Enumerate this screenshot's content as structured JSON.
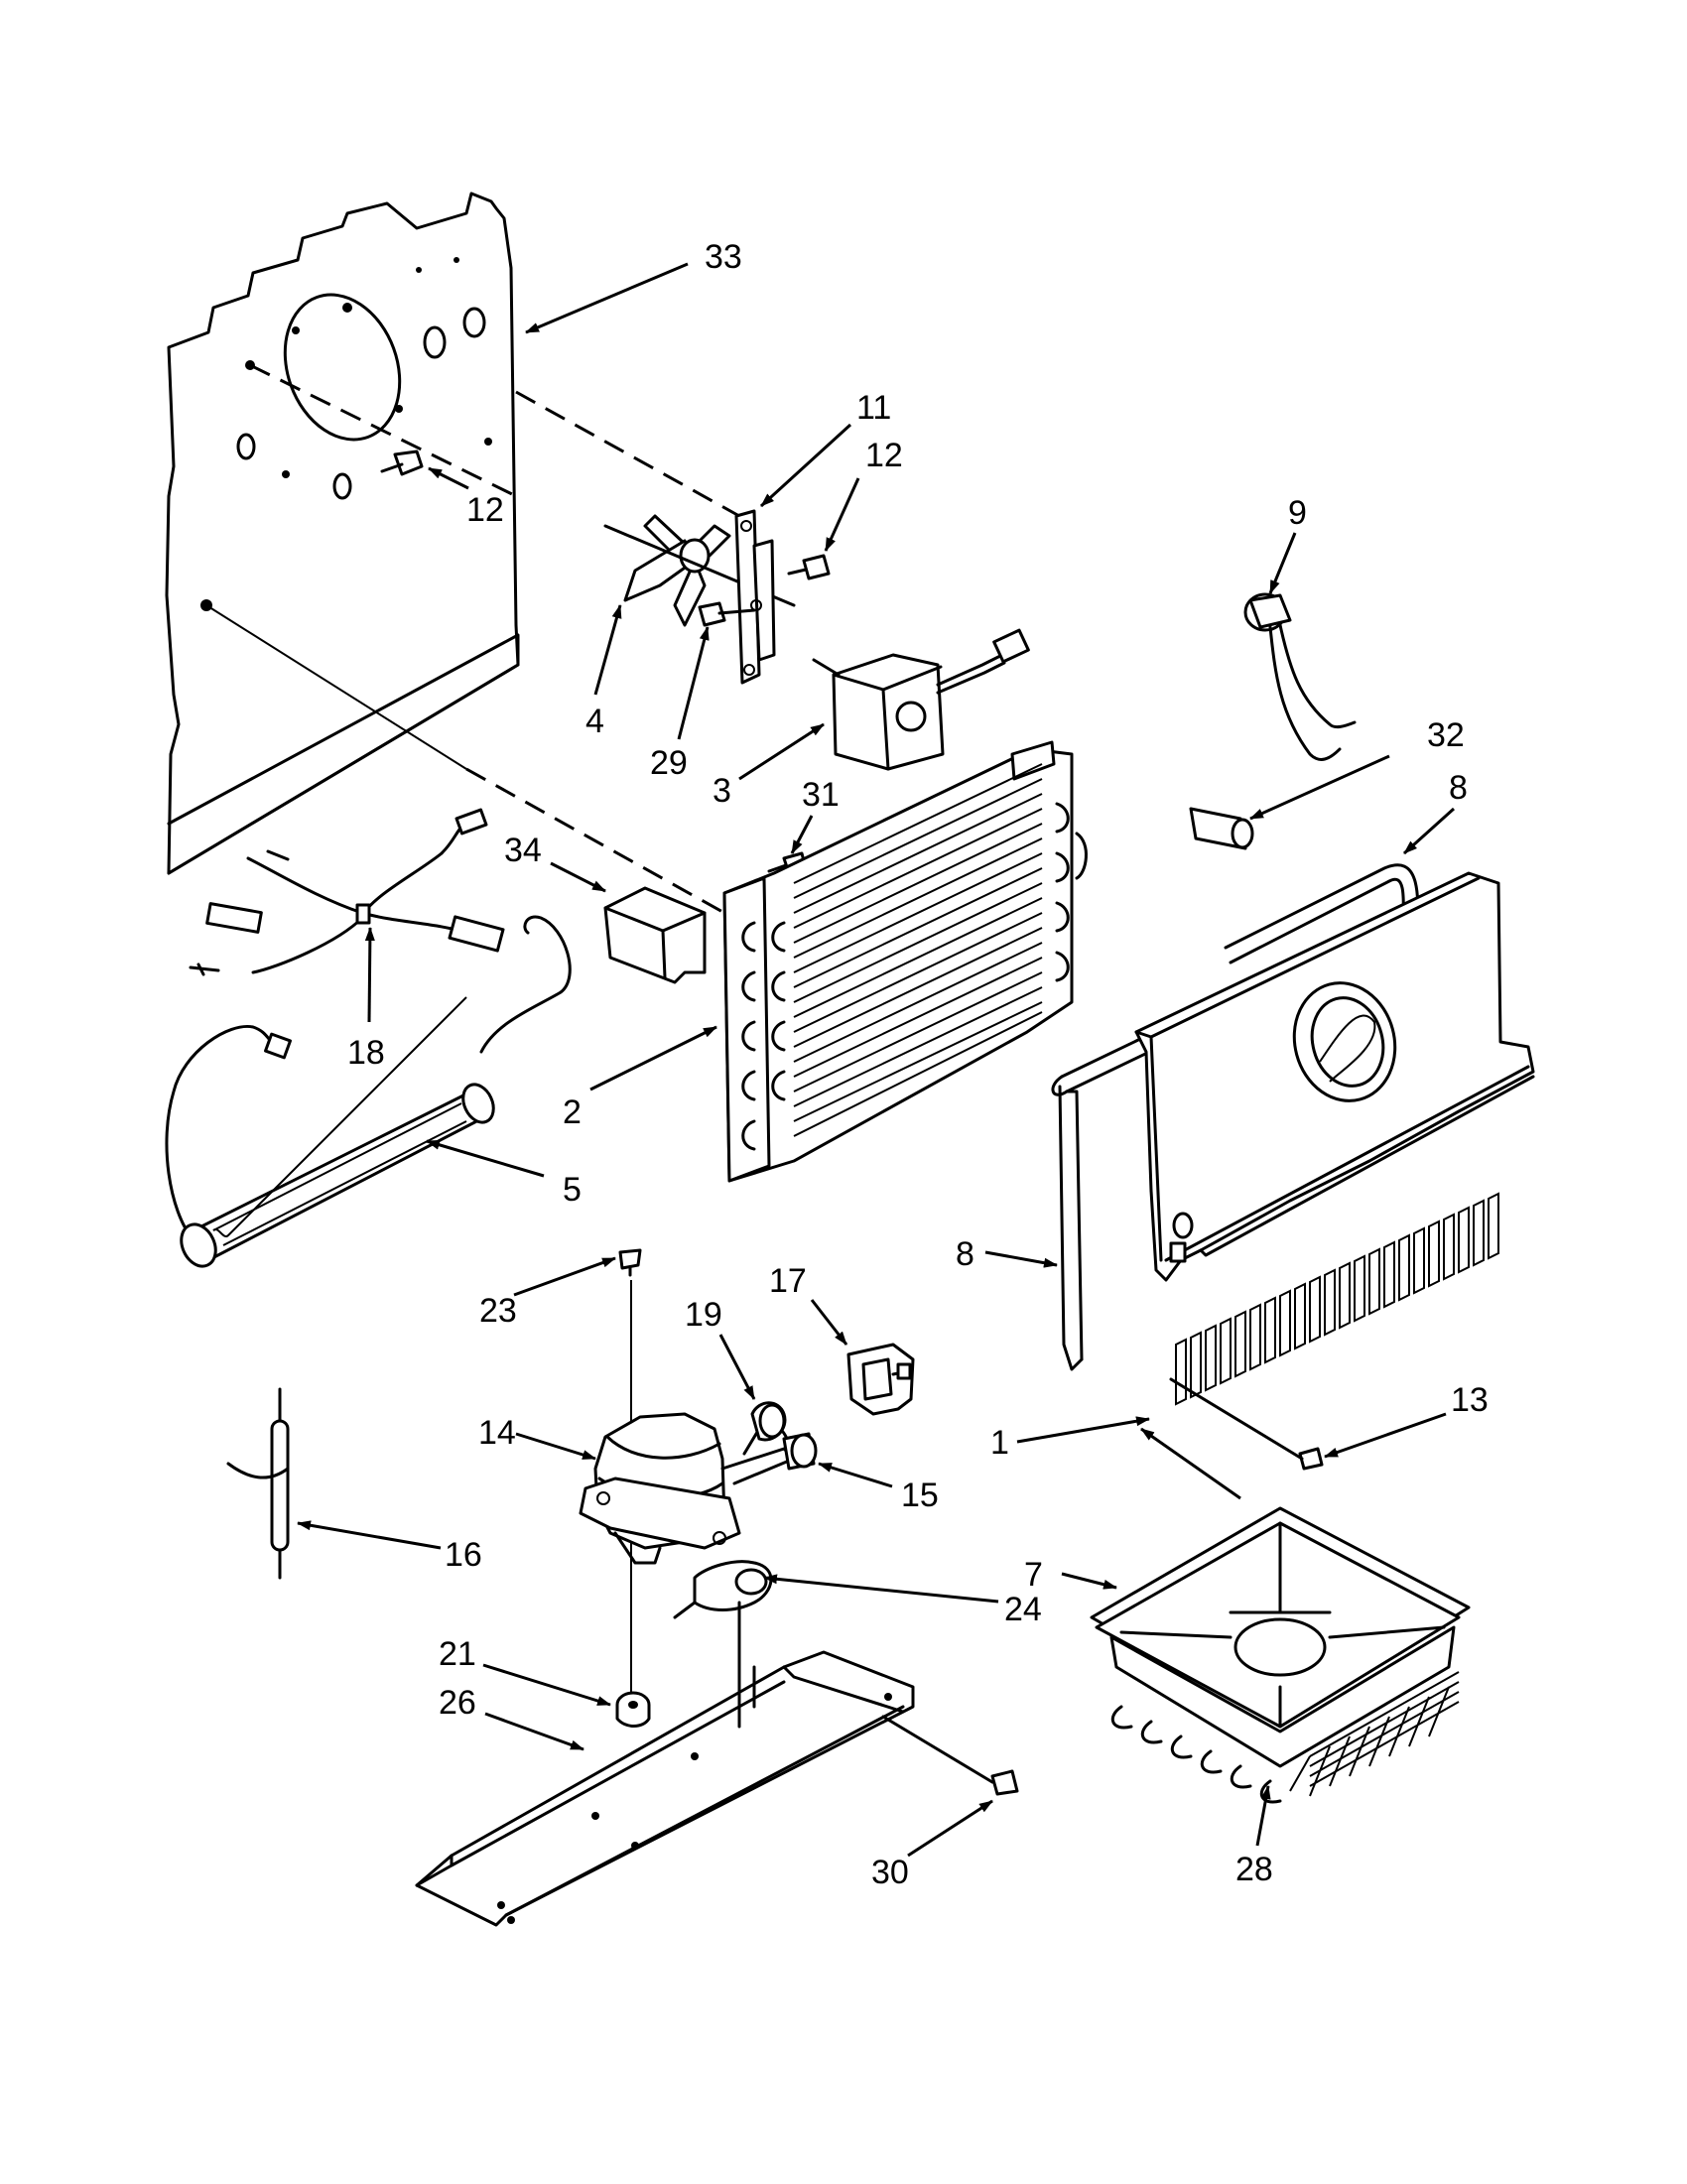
{
  "callouts": [
    {
      "id": "c33",
      "text": "33"
    },
    {
      "id": "c11",
      "text": "11"
    },
    {
      "id": "c12a",
      "text": "12"
    },
    {
      "id": "c12b",
      "text": "12"
    },
    {
      "id": "c9",
      "text": "9"
    },
    {
      "id": "c4",
      "text": "4"
    },
    {
      "id": "c29",
      "text": "29"
    },
    {
      "id": "c3",
      "text": "3"
    },
    {
      "id": "c31",
      "text": "31"
    },
    {
      "id": "c32",
      "text": "32"
    },
    {
      "id": "c8a",
      "text": "8"
    },
    {
      "id": "c34",
      "text": "34"
    },
    {
      "id": "c18",
      "text": "18"
    },
    {
      "id": "c2",
      "text": "2"
    },
    {
      "id": "c5",
      "text": "5"
    },
    {
      "id": "c8b",
      "text": "8"
    },
    {
      "id": "c23",
      "text": "23"
    },
    {
      "id": "c19",
      "text": "19"
    },
    {
      "id": "c17",
      "text": "17"
    },
    {
      "id": "c13",
      "text": "13"
    },
    {
      "id": "c14",
      "text": "14"
    },
    {
      "id": "c1",
      "text": "1"
    },
    {
      "id": "c15",
      "text": "15"
    },
    {
      "id": "c16",
      "text": "16"
    },
    {
      "id": "c7",
      "text": "7"
    },
    {
      "id": "c24",
      "text": "24"
    },
    {
      "id": "c21",
      "text": "21"
    },
    {
      "id": "c26",
      "text": "26"
    },
    {
      "id": "c30",
      "text": "30"
    },
    {
      "id": "c28",
      "text": "28"
    }
  ]
}
